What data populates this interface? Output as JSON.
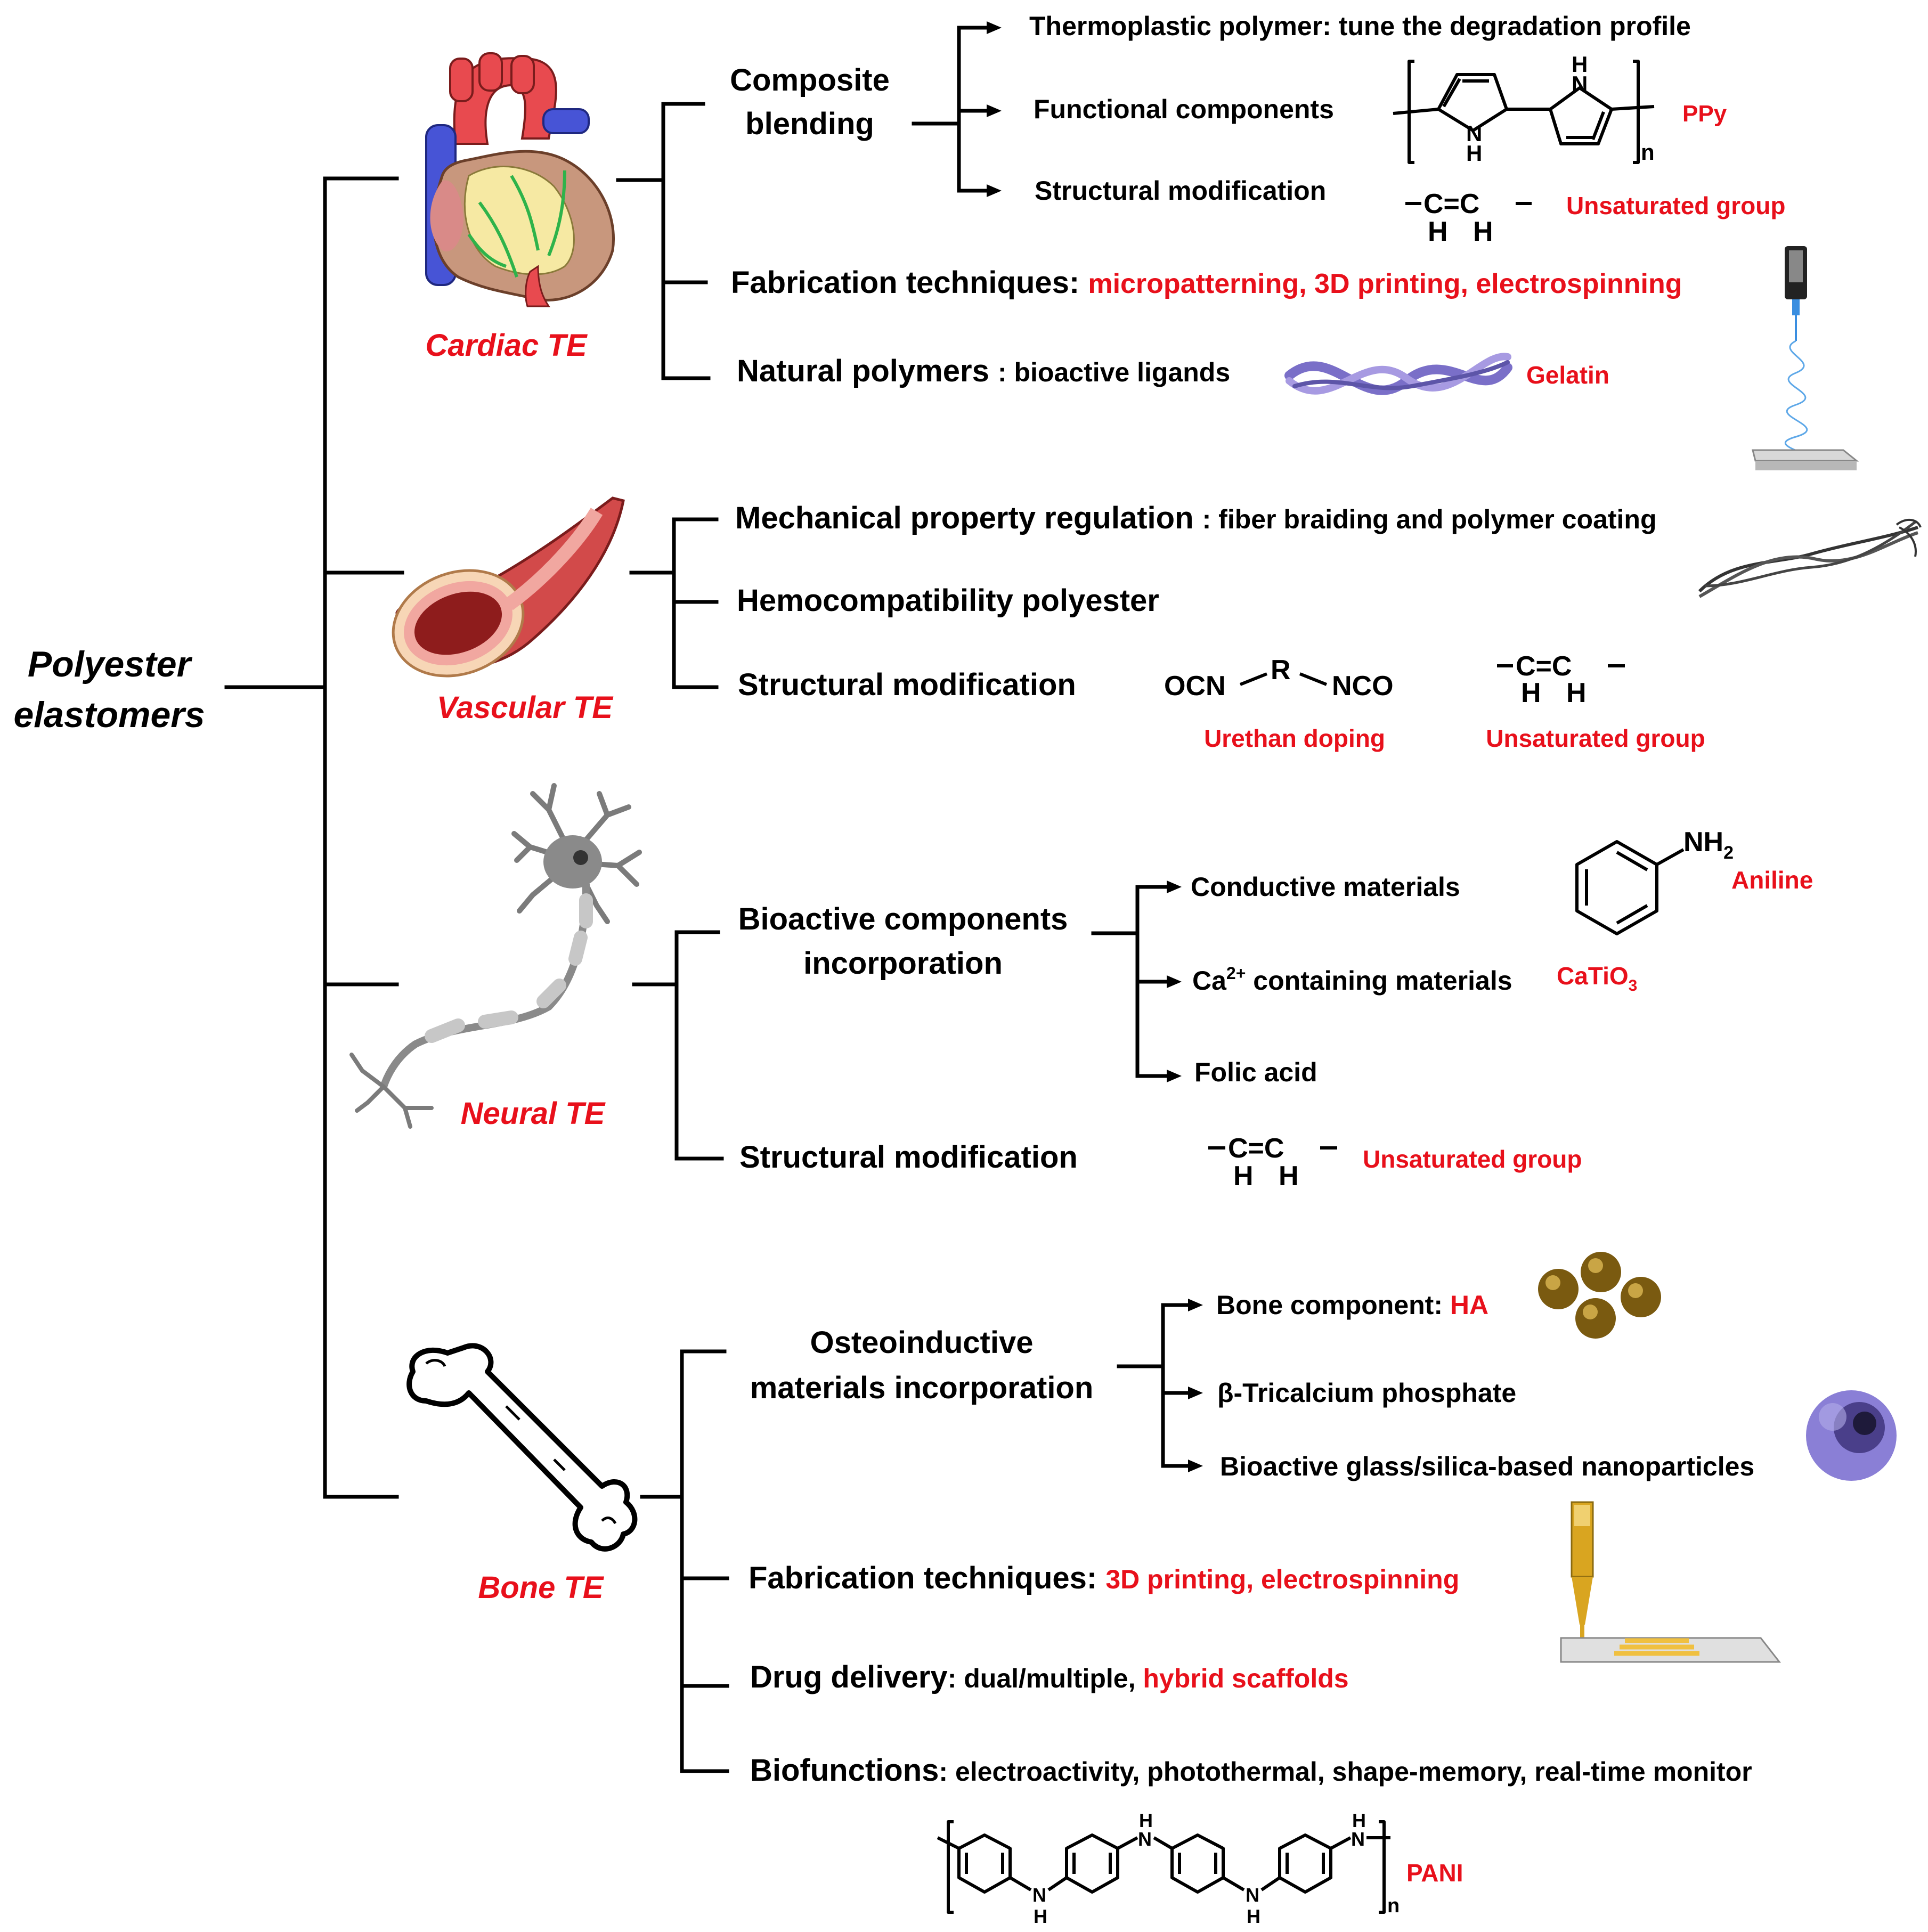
{
  "root": {
    "line1": "Polyester",
    "line2": "elastomers"
  },
  "cardiac": {
    "title": "Cardiac TE",
    "composite": {
      "line1": "Composite",
      "line2": "blending"
    },
    "sub1": "Thermoplastic polymer: tune the degradation profile",
    "sub2": "Functional components",
    "sub3": "Structural modification",
    "ppy_label": "PPy",
    "unsat_label": "Unsaturated group",
    "fab_label": "Fabrication techniques:",
    "fab_value": "micropatterning, 3D printing, electrospinning",
    "nat_label": "Natural polymers",
    "nat_value": ": bioactive ligands",
    "gelatin_label": "Gelatin"
  },
  "vascular": {
    "title": "Vascular TE",
    "mech_label": "Mechanical property regulation",
    "mech_value": ": fiber braiding and polymer coating",
    "hemo": "Hemocompatibility polyester",
    "struct": "Structural modification",
    "urethan_label": "Urethan doping",
    "unsat_label": "Unsaturated group"
  },
  "neural": {
    "title": "Neural TE",
    "bio": {
      "line1": "Bioactive components",
      "line2": "incorporation"
    },
    "sub1": "Conductive materials",
    "sub2_pre": "Ca",
    "sub2_sup": "2+",
    "sub2_post": " containing materials",
    "sub3": "Folic acid",
    "aniline_label": "Aniline",
    "catio_main": "CaTiO",
    "catio_sub": "3",
    "struct": "Structural modification",
    "unsat_label": "Unsaturated group"
  },
  "bone": {
    "title": "Bone TE",
    "osteo": {
      "line1": "Osteoinductive",
      "line2": "materials incorporation"
    },
    "sub1_label": "Bone component: ",
    "sub1_value": "HA",
    "sub2": "β-Tricalcium phosphate",
    "sub3": "Bioactive glass/silica-based nanoparticles",
    "fab_label": "Fabrication techniques: ",
    "fab_value": "3D printing, electrospinning",
    "drug_label": "Drug delivery",
    "drug_mid": ": dual/multiple, ",
    "drug_value": "hybrid scaffolds",
    "biof_label": "Biofunctions",
    "biof_value": ": electroactivity, photothermal, shape-memory, real-time monitor",
    "pani_label": "PANI"
  },
  "chem": {
    "c_eq_c": "C=C",
    "h": "H",
    "nh": "N",
    "n_sub": "n",
    "ocn": "OCN",
    "nco": "NCO",
    "r": "R",
    "nh2_main": "NH",
    "nh2_sub": "2"
  },
  "colors": {
    "accent": "#e8101b",
    "text": "#000000"
  }
}
